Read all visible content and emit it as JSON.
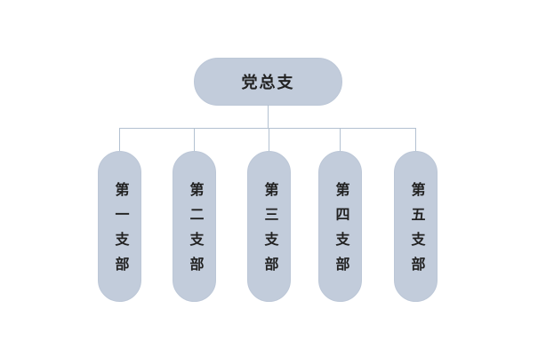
{
  "chart": {
    "type": "org-chart",
    "root": {
      "label": "党总支"
    },
    "branches": [
      {
        "label": "第一支部"
      },
      {
        "label": "第二支部"
      },
      {
        "label": "第三支部"
      },
      {
        "label": "第四支部"
      },
      {
        "label": "第五支部"
      }
    ],
    "colors": {
      "node_fill": "#c2ccdb",
      "node_border": "#bcc7d7",
      "connector_line": "#b3c1d1",
      "text": "#222222",
      "background": "#ffffff"
    }
  }
}
